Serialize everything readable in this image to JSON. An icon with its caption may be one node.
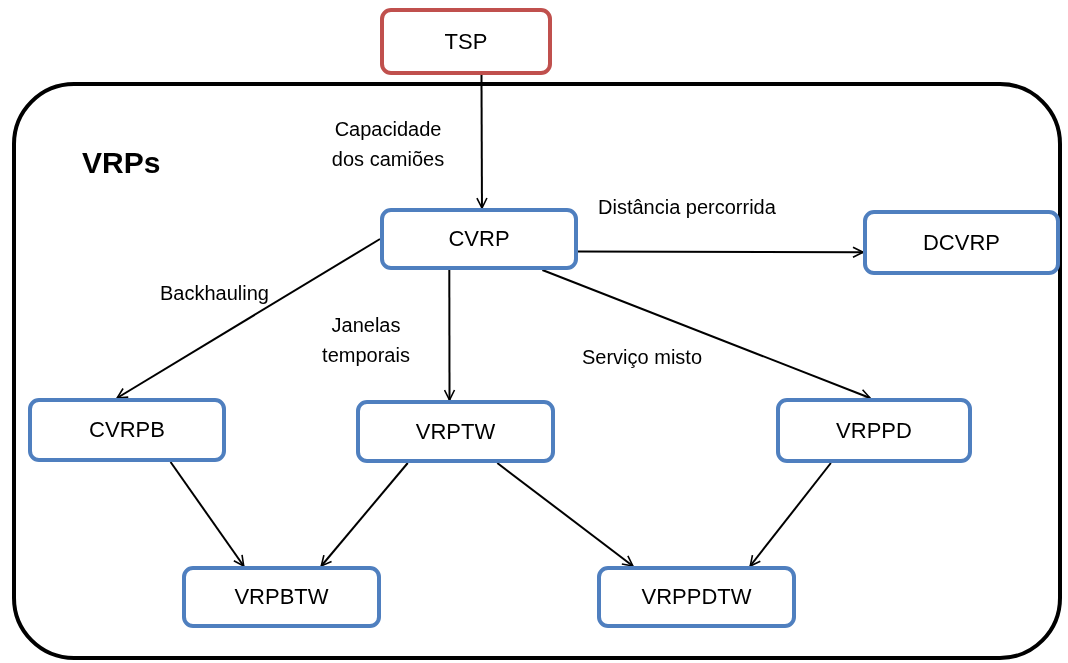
{
  "diagram": {
    "nodes": [
      {
        "text": [
          "TSP"
        ]
      },
      {
        "text": [
          "VRPs"
        ]
      },
      {
        "text": [
          "CVRP"
        ],
        "in": 1
      },
      {
        "text": [
          "DCVRP"
        ],
        "in": 1
      },
      {
        "text": [
          "CVRPB"
        ],
        "in": 1
      },
      {
        "text": [
          "VRPTW"
        ],
        "in": 1
      },
      {
        "text": [
          "VRPPD"
        ],
        "in": 1
      },
      {
        "text": [
          "VRPBTW"
        ],
        "in": 1
      },
      {
        "text": [
          "VRPPDTW"
        ],
        "in": 1
      }
    ],
    "edges": [
      {
        "from": 0,
        "to": 2,
        "arrow": "to",
        "label": "Capacidade dos camiões"
      },
      {
        "from": 2,
        "to": 3,
        "arrow": "to",
        "label": "Distância percorrida"
      },
      {
        "from": 2,
        "to": 4,
        "arrow": "to",
        "label": "Backhauling"
      },
      {
        "from": 2,
        "to": 5,
        "arrow": "to",
        "label": "Janelas temporais"
      },
      {
        "from": 2,
        "to": 6,
        "arrow": "to",
        "label": "Serviço misto"
      },
      {
        "from": 4,
        "to": 7,
        "arrow": "to"
      },
      {
        "from": 5,
        "to": 7,
        "arrow": "to"
      },
      {
        "from": 5,
        "to": 8,
        "arrow": "to"
      },
      {
        "from": 6,
        "to": 8,
        "arrow": "to"
      }
    ]
  }
}
